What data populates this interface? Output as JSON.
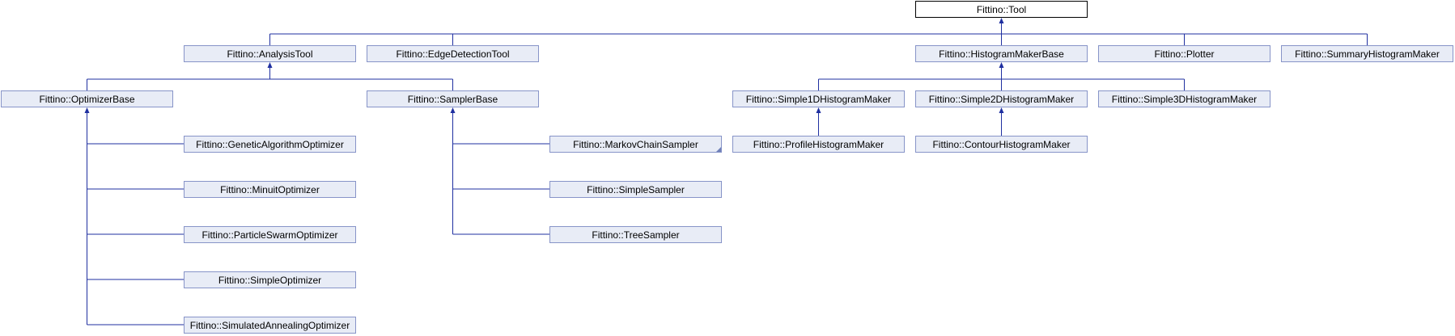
{
  "colors": {
    "edge": "#1f2fa0",
    "node_fill": "#e8ecf6",
    "node_border": "#8794c8",
    "root_border": "#000000"
  },
  "nodes": {
    "tool": "Fittino::Tool",
    "analysis_tool": "Fittino::AnalysisTool",
    "edge_detection_tool": "Fittino::EdgeDetectionTool",
    "histogram_maker_base": "Fittino::HistogramMakerBase",
    "plotter": "Fittino::Plotter",
    "summary_histogram_maker": "Fittino::SummaryHistogramMaker",
    "optimizer_base": "Fittino::OptimizerBase",
    "sampler_base": "Fittino::SamplerBase",
    "simple1d_histogram_maker": "Fittino::Simple1DHistogramMaker",
    "simple2d_histogram_maker": "Fittino::Simple2DHistogramMaker",
    "simple3d_histogram_maker": "Fittino::Simple3DHistogramMaker",
    "genetic_algorithm_optimizer": "Fittino::GeneticAlgorithmOptimizer",
    "markov_chain_sampler": "Fittino::MarkovChainSampler",
    "profile_histogram_maker": "Fittino::ProfileHistogramMaker",
    "contour_histogram_maker": "Fittino::ContourHistogramMaker",
    "minuit_optimizer": "Fittino::MinuitOptimizer",
    "simple_sampler": "Fittino::SimpleSampler",
    "particle_swarm_optimizer": "Fittino::ParticleSwarmOptimizer",
    "tree_sampler": "Fittino::TreeSampler",
    "simple_optimizer": "Fittino::SimpleOptimizer",
    "simulated_annealing_optimizer": "Fittino::SimulatedAnnealingOptimizer"
  },
  "edges": [
    [
      "tool",
      "analysis_tool"
    ],
    [
      "tool",
      "edge_detection_tool"
    ],
    [
      "tool",
      "histogram_maker_base"
    ],
    [
      "tool",
      "plotter"
    ],
    [
      "tool",
      "summary_histogram_maker"
    ],
    [
      "analysis_tool",
      "optimizer_base"
    ],
    [
      "analysis_tool",
      "sampler_base"
    ],
    [
      "histogram_maker_base",
      "simple1d_histogram_maker"
    ],
    [
      "histogram_maker_base",
      "simple2d_histogram_maker"
    ],
    [
      "histogram_maker_base",
      "simple3d_histogram_maker"
    ],
    [
      "optimizer_base",
      "genetic_algorithm_optimizer"
    ],
    [
      "optimizer_base",
      "minuit_optimizer"
    ],
    [
      "optimizer_base",
      "particle_swarm_optimizer"
    ],
    [
      "optimizer_base",
      "simple_optimizer"
    ],
    [
      "optimizer_base",
      "simulated_annealing_optimizer"
    ],
    [
      "sampler_base",
      "markov_chain_sampler"
    ],
    [
      "sampler_base",
      "simple_sampler"
    ],
    [
      "sampler_base",
      "tree_sampler"
    ],
    [
      "simple1d_histogram_maker",
      "profile_histogram_maker"
    ],
    [
      "simple2d_histogram_maker",
      "contour_histogram_maker"
    ]
  ]
}
